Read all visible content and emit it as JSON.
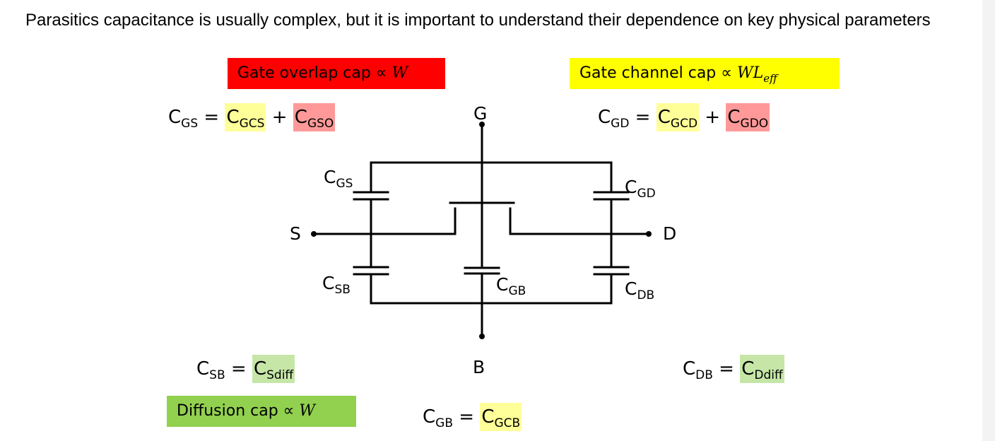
{
  "intro_text": "Parasitics capacitance is usually complex, but it is important to understand their dependence on key physical parameters",
  "colors": {
    "red": "#ff0000",
    "yellow": "#ffff00",
    "green": "#92d050",
    "light_yellow": "#ffff99",
    "light_red": "#ff9999",
    "light_green": "#c6e6a8"
  },
  "boxes": {
    "overlap": {
      "text": "Gate overlap cap ∝ ",
      "var": "W"
    },
    "channel": {
      "text": "Gate channel cap ∝ ",
      "var": "WL",
      "sub": "eff"
    },
    "diffusion": {
      "text": "Diffusion cap ∝ ",
      "var": "W"
    }
  },
  "equations": {
    "cgs": {
      "lhs": "C",
      "lhs_sub": "GS",
      "t1": "C",
      "t1_sub": "GCS",
      "t2": "C",
      "t2_sub": "GSO"
    },
    "cgd": {
      "lhs": "C",
      "lhs_sub": "GD",
      "t1": "C",
      "t1_sub": "GCD",
      "t2": "C",
      "t2_sub": "GDO"
    },
    "csb": {
      "lhs": "C",
      "lhs_sub": "SB",
      "t1": "C",
      "t1_sub": "Sdiff"
    },
    "cdb": {
      "lhs": "C",
      "lhs_sub": "DB",
      "t1": "C",
      "t1_sub": "Ddiff"
    },
    "cgb": {
      "lhs": "C",
      "lhs_sub": "GB",
      "t1": "C",
      "t1_sub": "GCB"
    }
  },
  "terminals": {
    "g": "G",
    "s": "S",
    "d": "D",
    "b": "B"
  },
  "cap_labels": {
    "cgs": {
      "c": "C",
      "sub": "GS"
    },
    "cgd": {
      "c": "C",
      "sub": "GD"
    },
    "csb": {
      "c": "C",
      "sub": "SB"
    },
    "cgb": {
      "c": "C",
      "sub": "GB"
    },
    "cdb": {
      "c": "C",
      "sub": "DB"
    }
  },
  "ops": {
    "eq": " = ",
    "plus": " + "
  }
}
